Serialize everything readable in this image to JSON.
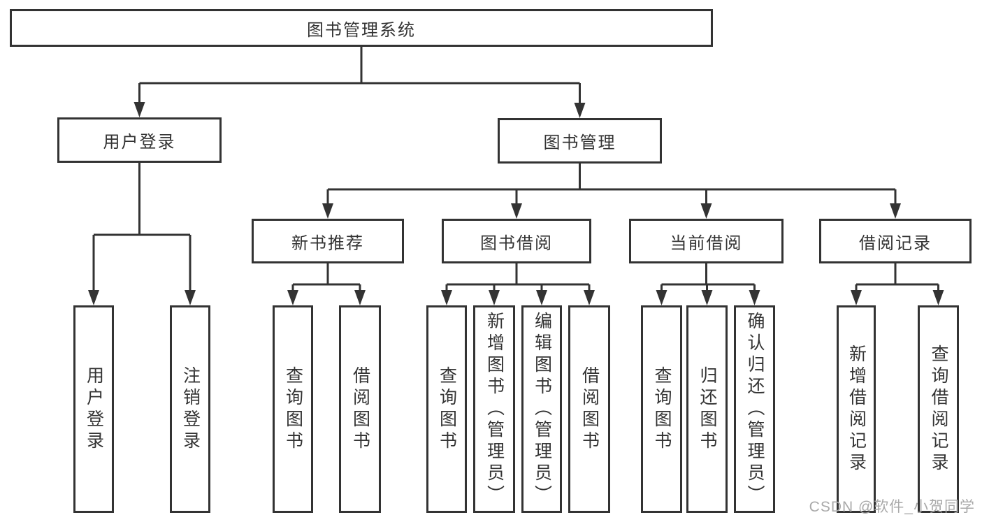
{
  "diagram": {
    "root": {
      "label": "图书管理系统"
    },
    "branches": [
      {
        "label": "用户登录",
        "children": [
          {
            "label": "用户登录"
          },
          {
            "label": "注销登录"
          }
        ]
      },
      {
        "label": "图书管理",
        "children": [
          {
            "label": "新书推荐",
            "children": [
              {
                "label": "查询图书"
              },
              {
                "label": "借阅图书"
              }
            ]
          },
          {
            "label": "图书借阅",
            "children": [
              {
                "label": "查询图书"
              },
              {
                "label": "新增图书（管理员）"
              },
              {
                "label": "编辑图书（管理员）"
              },
              {
                "label": "借阅图书"
              }
            ]
          },
          {
            "label": "当前借阅",
            "children": [
              {
                "label": "查询图书"
              },
              {
                "label": "归还图书"
              },
              {
                "label": "确认归还（管理员）"
              }
            ]
          },
          {
            "label": "借阅记录",
            "children": [
              {
                "label": "新增借阅记录"
              },
              {
                "label": "查询借阅记录"
              }
            ]
          }
        ]
      }
    ]
  },
  "watermark": {
    "text": "CSDN @软件_小贺同学"
  },
  "colors": {
    "line": "#333333",
    "text": "#333333",
    "watermark": "#a9a9a9",
    "background": "#ffffff"
  }
}
